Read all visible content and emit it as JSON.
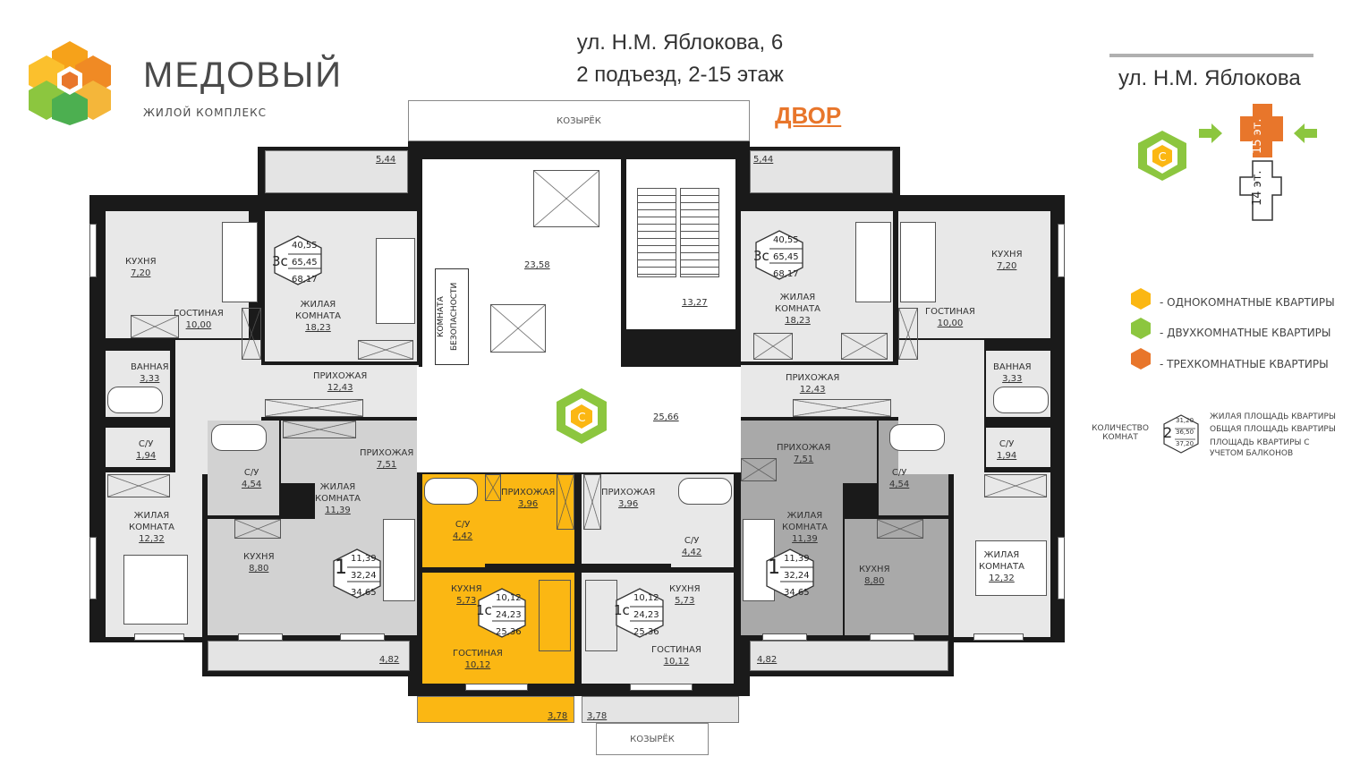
{
  "brand": {
    "name": "МЕДОВЫЙ",
    "subtitle": "ЖИЛОЙ КОМПЛЕКС"
  },
  "header": {
    "address_line1": "ул. Н.М. Яблокова, 6",
    "address_line2": "2 подъезд, 2-15 этаж",
    "yard": "ДВОР",
    "canopy_top": "КОЗЫРЁК",
    "canopy_bottom": "КОЗЫРЁК"
  },
  "locator": {
    "street": "ул. Н.М. Яблокова",
    "floor_top": "15 эт.",
    "floor_bottom": "14 эт."
  },
  "legend": {
    "items": [
      {
        "label": "- ОДНОКОМНАТНЫЕ КВАРТИРЫ",
        "color": "#fbb713"
      },
      {
        "label": "- ДВУХКОМНАТНЫЕ КВАРТИРЫ",
        "color": "#8cc63f"
      },
      {
        "label": "- ТРЕХКОМНАТНЫЕ КВАРТИРЫ",
        "color": "#e8762b"
      }
    ],
    "key_rooms_label": "КОЛИЧЕСТВО КОМНАТ",
    "key_rooms_value": "2",
    "key_values": [
      "31,20",
      "36,50",
      "37,20"
    ],
    "key_lines": [
      "ЖИЛАЯ ПЛОЩАДЬ КВАРТИРЫ",
      "ОБЩАЯ ПЛОЩАДЬ КВАРТИРЫ",
      "ПЛОЩАДЬ КВАРТИРЫ С УЧЕТОМ БАЛКОНОВ"
    ]
  },
  "plan": {
    "common": {
      "hall_top": "23,58",
      "stairs": "13,27",
      "corridor": "25,66",
      "safety_room_1": "КОМНАТА",
      "safety_room_2": "БЕЗОПАСНОСТИ",
      "balcony_left_top": "5,44",
      "balcony_right_top": "5,44",
      "balcony_left_bottom": "4,82",
      "balcony_right_bottom": "4,82",
      "balcony_center_left": "3,78",
      "balcony_center_right": "3,78"
    },
    "rooms": {
      "kitchen": "КУХНЯ",
      "living": "ГОСТИНАЯ",
      "bedroom_1": "ЖИЛАЯ",
      "bedroom_2": "КОМНАТА",
      "hall": "ПРИХОЖАЯ",
      "bath": "ВАННАЯ",
      "wc": "С/У"
    },
    "apt3_left": {
      "kitchen": "7,20",
      "living": "10,00",
      "bedroom_a": "18,23",
      "bedroom_b": "12,32",
      "hall": "12,43",
      "bath": "3,33",
      "wc": "1,94",
      "rooms": "3с",
      "v1": "40,55",
      "v2": "65,45",
      "v3": "68,17"
    },
    "apt1_left": {
      "hall": "7,51",
      "wc": "4,54",
      "kitchen": "8,80",
      "bedroom": "11,39",
      "rooms": "1",
      "v1": "11,39",
      "v2": "32,24",
      "v3": "34,65"
    },
    "apt1c_left": {
      "hall": "3,96",
      "wc": "4,42",
      "kitchen": "5,73",
      "living": "10,12",
      "rooms": "1с",
      "v1": "10,12",
      "v2": "24,23",
      "v3": "25,36"
    },
    "apt1c_right": {
      "hall": "3,96",
      "wc": "4,42",
      "kitchen": "5,73",
      "living": "10,12",
      "rooms": "1с",
      "v1": "10,12",
      "v2": "24,23",
      "v3": "25,36"
    },
    "apt1_right": {
      "hall": "7,51",
      "wc": "4,54",
      "kitchen": "8,80",
      "bedroom": "11,39",
      "rooms": "1",
      "v1": "11,39",
      "v2": "32,24",
      "v3": "34,65"
    },
    "apt3_right": {
      "kitchen": "7,20",
      "living": "10,00",
      "bedroom_a": "18,23",
      "bedroom_b": "12,32",
      "hall": "12,43",
      "bath": "3,33",
      "wc": "1,94",
      "rooms": "3с",
      "v1": "40,55",
      "v2": "65,45",
      "v3": "68,17"
    }
  }
}
